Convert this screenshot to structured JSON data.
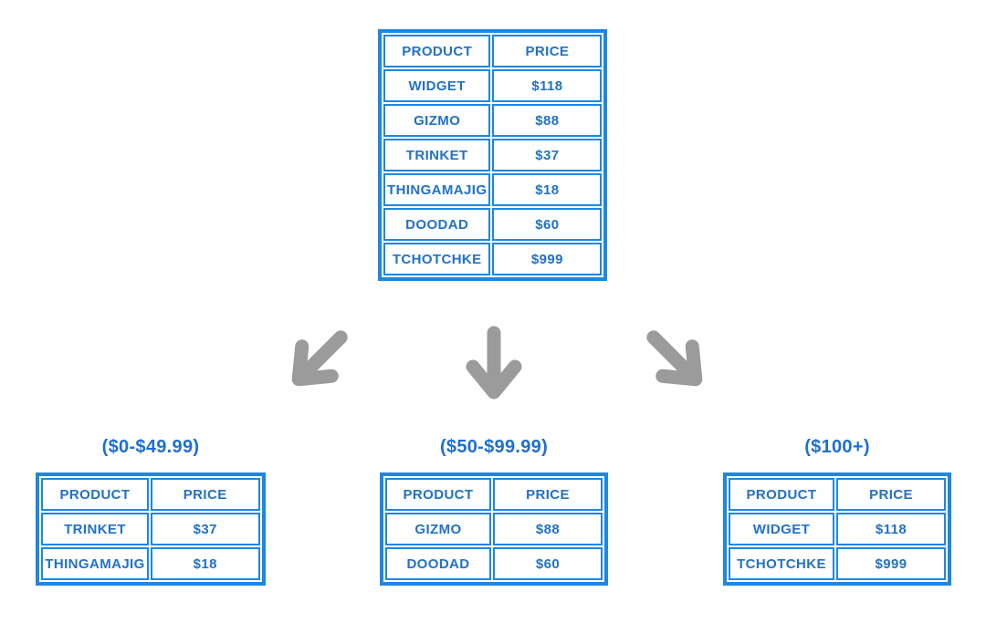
{
  "colors": {
    "border": "#1e87e0",
    "text": "#2272c4",
    "label": "#1d6fd2",
    "arrow": "#9b9b9b",
    "background": "#ffffff"
  },
  "main_table": {
    "headers": [
      "PRODUCT",
      "PRICE"
    ],
    "rows": [
      [
        "WIDGET",
        "$118"
      ],
      [
        "GIZMO",
        "$88"
      ],
      [
        "TRINKET",
        "$37"
      ],
      [
        "THINGAMAJIG",
        "$18"
      ],
      [
        "DOODAD",
        "$60"
      ],
      [
        "TCHOTCHKE",
        "$999"
      ]
    ]
  },
  "arrows": {
    "left": "arrow-down-left-icon",
    "middle": "arrow-down-icon",
    "right": "arrow-down-right-icon"
  },
  "groups": [
    {
      "label": "($0-$49.99)",
      "headers": [
        "PRODUCT",
        "PRICE"
      ],
      "rows": [
        [
          "TRINKET",
          "$37"
        ],
        [
          "THINGAMAJIG",
          "$18"
        ]
      ]
    },
    {
      "label": "($50-$99.99)",
      "headers": [
        "PRODUCT",
        "PRICE"
      ],
      "rows": [
        [
          "GIZMO",
          "$88"
        ],
        [
          "DOODAD",
          "$60"
        ]
      ]
    },
    {
      "label": "($100+)",
      "headers": [
        "PRODUCT",
        "PRICE"
      ],
      "rows": [
        [
          "WIDGET",
          "$118"
        ],
        [
          "TCHOTCHKE",
          "$999"
        ]
      ]
    }
  ]
}
